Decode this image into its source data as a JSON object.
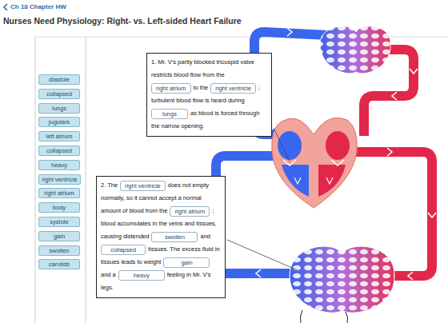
{
  "diagram": {
    "title": "Nurses Need Physiology: Right- vs. Left-sided Heart Failure",
    "nodes": [
      {
        "text": [
          "diastole"
        ]
      },
      {
        "text": [
          "collapsed"
        ]
      },
      {
        "text": [
          "lungs"
        ]
      },
      {
        "text": [
          "jugulars"
        ]
      },
      {
        "text": [
          "left atrium"
        ]
      },
      {
        "text": [
          "collapsed"
        ]
      },
      {
        "text": [
          "heavy"
        ]
      },
      {
        "text": [
          "right ventricle"
        ]
      },
      {
        "text": [
          "right atrium"
        ]
      },
      {
        "text": [
          "body"
        ]
      },
      {
        "text": [
          "systole"
        ]
      },
      {
        "text": [
          "gain"
        ]
      },
      {
        "text": [
          "swollen"
        ]
      },
      {
        "text": [
          "carotids"
        ]
      },
      {
        "text": [
          "1. Mr. V's partly blocked tricuspid valve restricts blood flow from the",
          "to the",
          ";",
          "turbulent blood flow is heard during",
          "as blood is forced through the narrow opening."
        ]
      },
      {
        "text": [
          "right atrium"
        ],
        "in": 14
      },
      {
        "text": [
          "right ventricle"
        ],
        "in": 14
      },
      {
        "text": [
          "lungs"
        ],
        "in": 14
      },
      {
        "text": [
          "2. The",
          "does not empty normally, so it cannot accept a normal amount of blood from the",
          ";",
          "blood accumulates in the veins and tissues, causing distended",
          "and",
          "tissues. The excess fluid in tissues leads to weight",
          "and a",
          "feeling in Mr. V's legs."
        ]
      },
      {
        "text": [
          "right ventricle"
        ],
        "in": 18
      },
      {
        "text": [
          "right atrium"
        ],
        "in": 18
      },
      {
        "text": [
          "swollen"
        ],
        "in": 18
      },
      {
        "text": [
          "collapsed"
        ],
        "in": 18
      },
      {
        "text": [
          "gain"
        ],
        "in": 18
      },
      {
        "text": [
          "heavy"
        ],
        "in": 18
      }
    ],
    "labels": [
      "Ch 18 Chapter HW"
    ]
  }
}
